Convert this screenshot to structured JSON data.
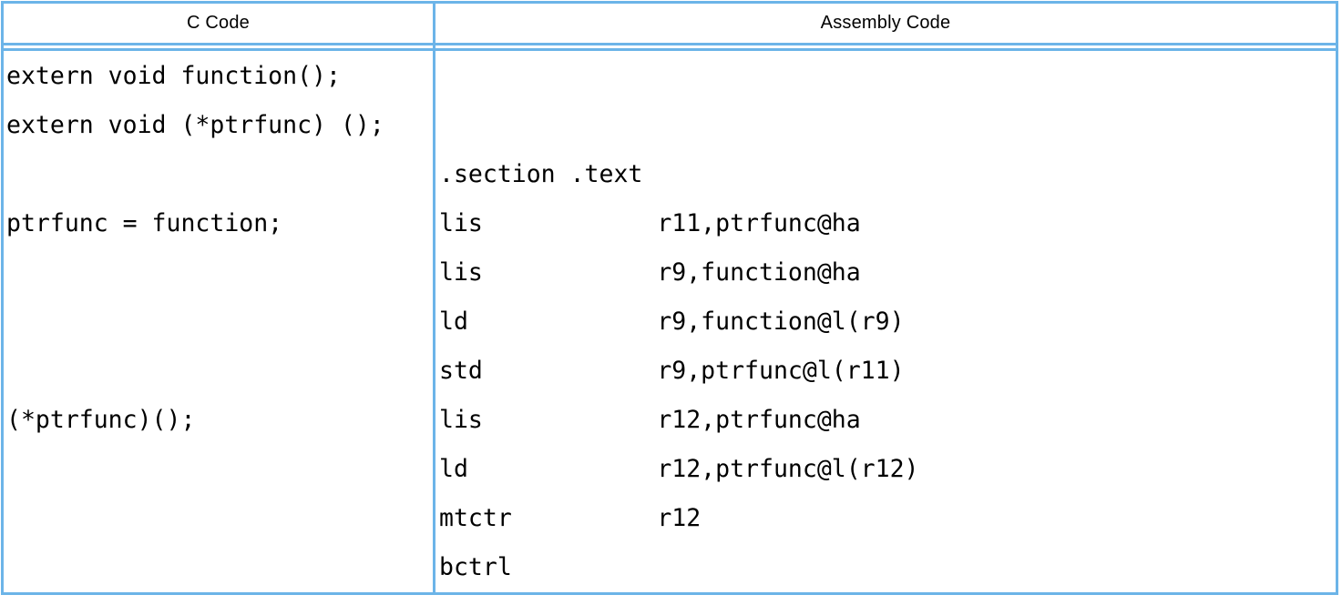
{
  "colors": {
    "border": "#6CB4E8",
    "text": "#000000",
    "background": "#FFFFFF"
  },
  "table": {
    "header": {
      "c_label": "C Code",
      "assembly_label": "Assembly Code"
    },
    "c_column": {
      "lines": [
        "extern void function();",
        "extern void (*ptrfunc) ();",
        "",
        "ptrfunc = function;",
        "",
        "",
        "",
        "(*ptrfunc)();",
        "",
        "",
        ""
      ]
    },
    "assembly_column": {
      "lines": [
        "",
        "",
        ".section .text",
        "lis            r11,ptrfunc@ha",
        "lis            r9,function@ha",
        "ld             r9,function@l(r9)",
        "std            r9,ptrfunc@l(r11)",
        "lis            r12,ptrfunc@ha",
        "ld             r12,ptrfunc@l(r12)",
        "mtctr          r12",
        "bctrl"
      ]
    }
  }
}
